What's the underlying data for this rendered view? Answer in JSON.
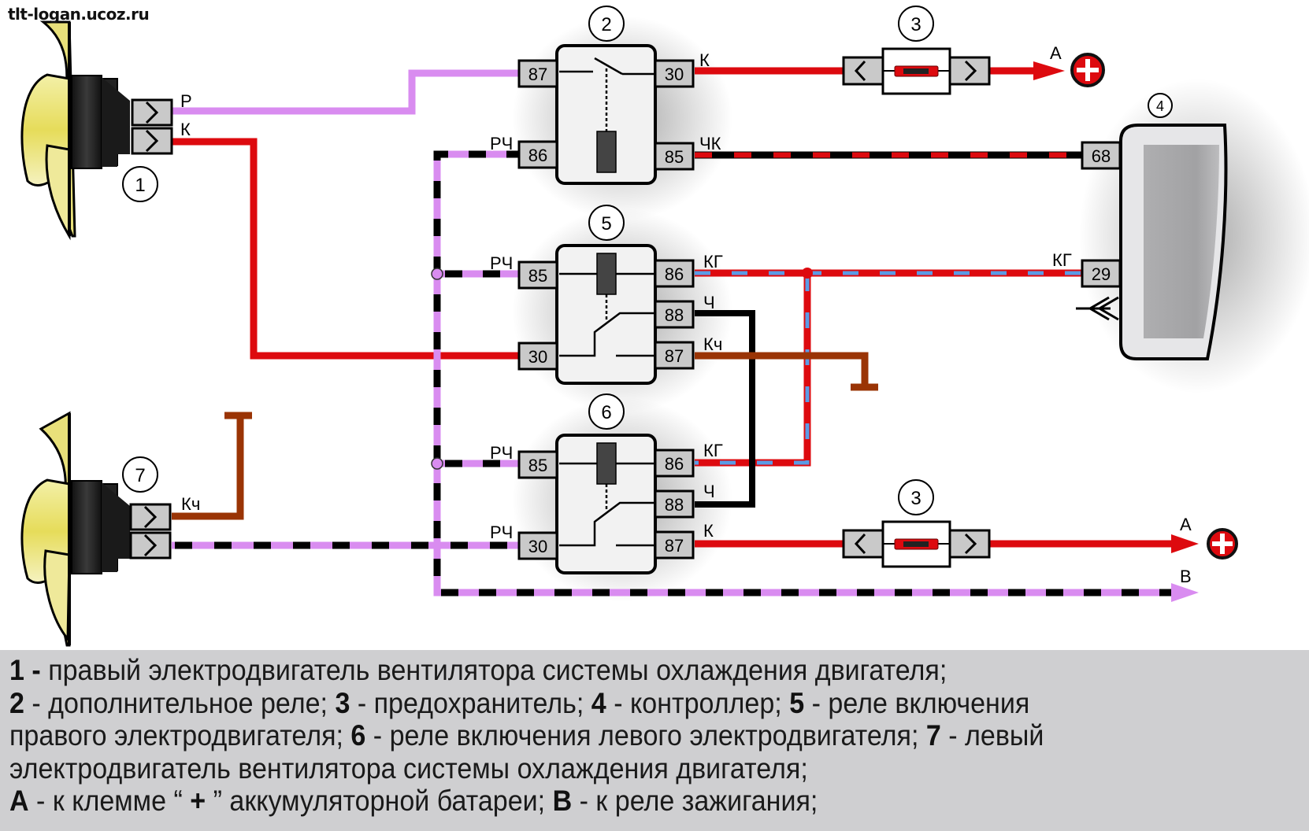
{
  "watermark": "tlt-logan.ucoz.ru",
  "components": {
    "c1": {
      "number": "1"
    },
    "c2": {
      "number": "2"
    },
    "c3_top": {
      "number": "3"
    },
    "c3_bottom": {
      "number": "3"
    },
    "c4": {
      "number": "4"
    },
    "c5": {
      "number": "5"
    },
    "c6": {
      "number": "6"
    },
    "c7": {
      "number": "7"
    }
  },
  "relay2": {
    "pins": {
      "p87": "87",
      "p86": "86",
      "p30": "30",
      "p85": "85"
    }
  },
  "relay5": {
    "pins": {
      "p85": "85",
      "p30": "30",
      "p86": "86",
      "p88": "88",
      "p87": "87"
    }
  },
  "relay6": {
    "pins": {
      "p85": "85",
      "p30": "30",
      "p86": "86",
      "p88": "88",
      "p87": "87"
    }
  },
  "controller": {
    "pins": {
      "p68": "68",
      "p29": "29"
    }
  },
  "wire_labels": {
    "m1_p": "Р",
    "m1_k": "К",
    "r2_87": "",
    "r2_86": "РЧ",
    "r2_30": "К",
    "r2_85": "ЧК",
    "r5_85": "РЧ",
    "r5_86": "КГ",
    "r5_88": "Ч",
    "r5_87": "Кч",
    "r6_85": "РЧ",
    "r6_30": "РЧ",
    "r6_86": "КГ",
    "r6_88": "Ч",
    "r6_87": "К",
    "c4_29": "КГ",
    "m7_kch": "Кч",
    "arrow_a_top": "A",
    "arrow_a_bottom": "A",
    "arrow_b": "B"
  },
  "wire_colors": {
    "red": "#dd0a0f",
    "pink": "#d98cf0",
    "black": "#000000",
    "brown": "#9a3405",
    "blue": "#5b9be6"
  },
  "legend": {
    "line1": {
      "n1": "1 -",
      "t1": " правый электродвигатель вентилятора системы охлаждения двигателя;"
    },
    "line2": {
      "n2": "2",
      "t2": " - дополнительное реле; ",
      "n3": "3",
      "t3": " - предохранитель; ",
      "n4": "4",
      "t4": " - контроллер; ",
      "n5": "5",
      "t5": " - реле включения"
    },
    "line3": {
      "t5b": "правого электродвигателя; ",
      "n6": "6",
      "t6": " - реле включения левого электродвигателя; ",
      "n7": "7",
      "t7": " - левый"
    },
    "line4": {
      "t7b": "электродвигатель вентилятора системы охлаждения двигателя;"
    },
    "line5": {
      "na": "A",
      "ta1": " - к клемме “ ",
      "plus": "+",
      "ta2": " ” аккумуляторной батареи; ",
      "nb": "B",
      "tb": " - к реле зажигания;"
    }
  }
}
